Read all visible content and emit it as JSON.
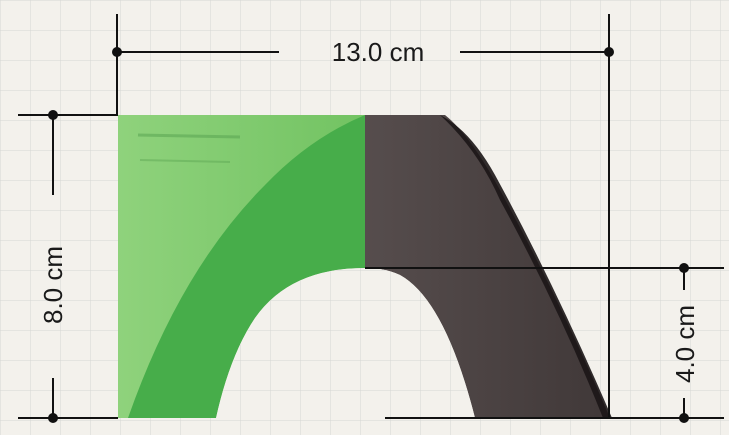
{
  "dimensions": {
    "width_label": "13.0 cm",
    "height_label": "8.0 cm",
    "arch_height_label": "4.0 cm"
  },
  "colors": {
    "background": "#f3f1ec",
    "grid": "#d6d6d4",
    "left_panel_light_green": "#7cc86a",
    "left_arch_band_green": "#47ad4a",
    "right_panel_dark_brown": "#4f4646",
    "right_panel_shadow": "#1c1617",
    "dimension_line": "#111111"
  }
}
